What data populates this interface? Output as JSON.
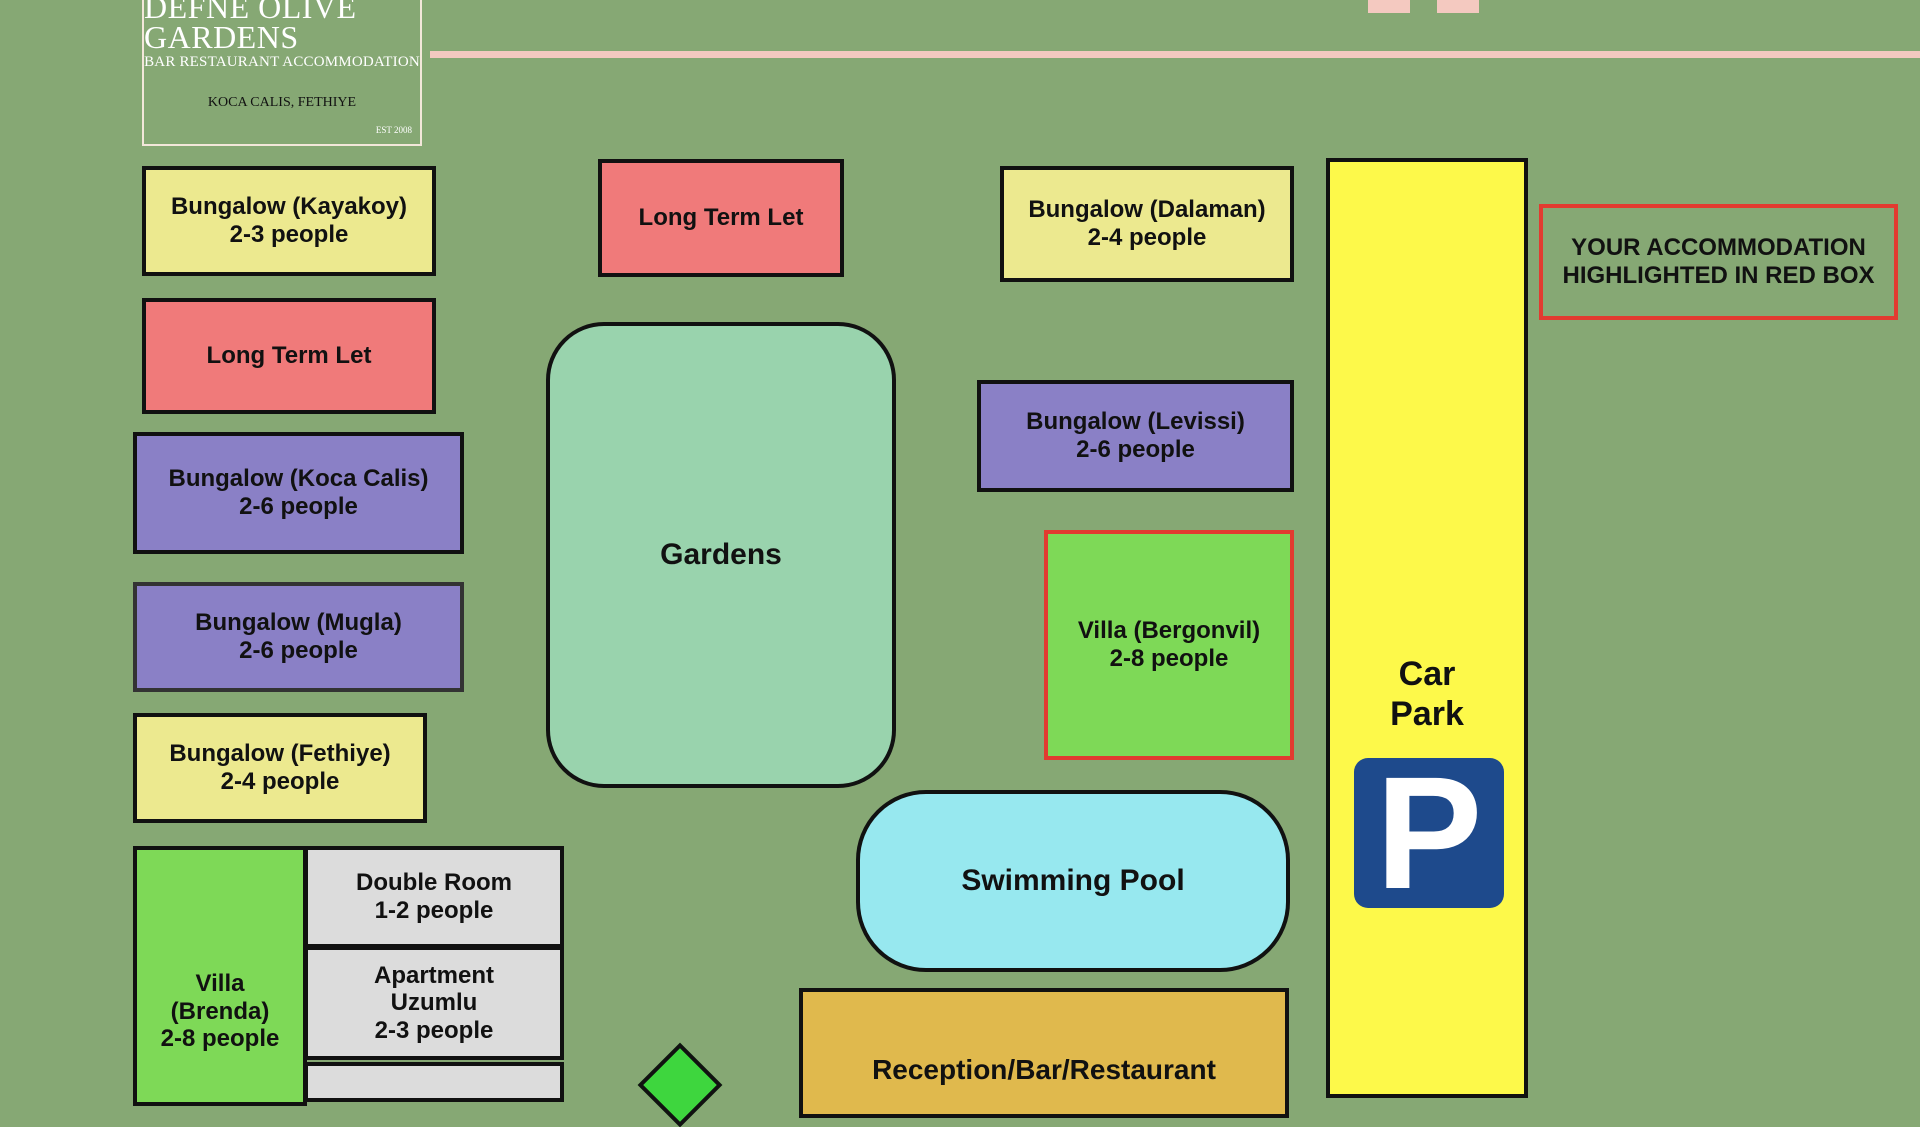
{
  "logo": {
    "name": "DEFNE OLIVE GARDENS",
    "tagline": "BAR RESTAURANT ACCOMMODATION",
    "location": "KOCA CALIS, FETHIYE",
    "established": "EST 2008"
  },
  "legend": {
    "line1": "YOUR ACCOMMODATION",
    "line2": "HIGHLIGHTED IN RED BOX"
  },
  "units": {
    "kayakoy": {
      "name": "Bungalow (Kayakoy)",
      "capacity": "2-3 people"
    },
    "long_term_left": {
      "name": "Long Term Let"
    },
    "koca_calis": {
      "name": "Bungalow (Koca Calis)",
      "capacity": "2-6 people"
    },
    "mugla": {
      "name": "Bungalow (Mugla)",
      "capacity": "2-6 people"
    },
    "fethiye": {
      "name": "Bungalow (Fethiye)",
      "capacity": "2-4 people"
    },
    "brenda": {
      "line1": "Villa",
      "line2": "(Brenda)",
      "capacity": "2-8 people"
    },
    "double_room": {
      "name": "Double Room",
      "capacity": "1-2 people"
    },
    "uzumlu": {
      "line1": "Apartment",
      "line2": "Uzumlu",
      "capacity": "2-3 people"
    },
    "long_term_top": {
      "name": "Long Term Let"
    },
    "dalaman": {
      "name": "Bungalow (Dalaman)",
      "capacity": "2-4 people"
    },
    "levissi": {
      "name": "Bungalow (Levissi)",
      "capacity": "2-6 people"
    },
    "bergonvil": {
      "name": "Villa (Bergonvil)",
      "capacity": "2-8 people",
      "highlighted": true
    }
  },
  "areas": {
    "gardens": "Gardens",
    "pool": "Swimming Pool",
    "car_park_line1": "Car",
    "car_park_line2": "Park",
    "parking_symbol": "P",
    "reception": "Reception/Bar/Restaurant"
  },
  "colors": {
    "background": "#86a874",
    "highlight": "#e23b30",
    "bungalow_yellow": "#ece98f",
    "long_term_red": "#f07a7a",
    "bungalow_purple": "#8a80c6",
    "villa_green": "#7ed957",
    "car_park": "#fdf94a",
    "parking_sign": "#1e4a8c"
  }
}
